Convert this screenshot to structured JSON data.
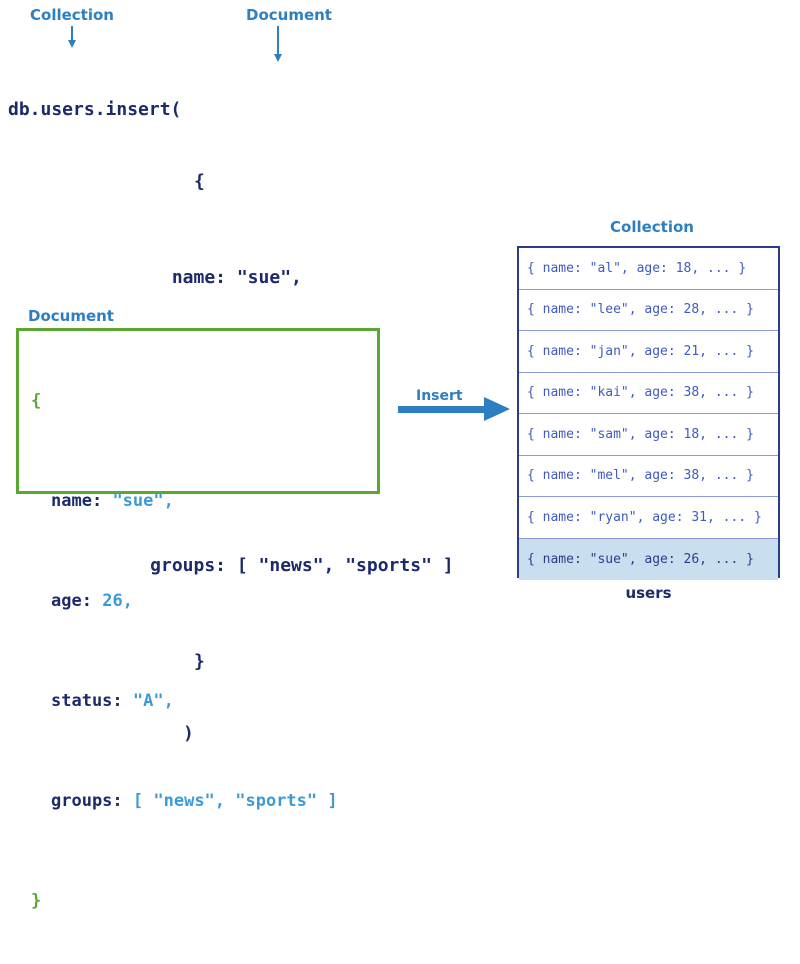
{
  "callouts": {
    "collection_top": "Collection",
    "document_top": "Document",
    "document_box": "Document",
    "collection_list": "Collection"
  },
  "insert_statement": {
    "line_call": "db.users.insert(",
    "line_open_brace": "{",
    "fields": [
      {
        "key": "name:",
        "value": "\"sue\","
      },
      {
        "key": "age:",
        "value": "26,"
      },
      {
        "key": "status:",
        "value": "\"A\","
      },
      {
        "key": "groups:",
        "value": "[ \"news\", \"sports\" ]"
      }
    ],
    "line_close_brace": "}",
    "line_close_paren": ")"
  },
  "document_box": {
    "open_brace": "{",
    "close_brace": "}",
    "fields": [
      {
        "key": "name:",
        "value": "\"sue\","
      },
      {
        "key": "age:",
        "value": "26,"
      },
      {
        "key": "status:",
        "value": "\"A\","
      },
      {
        "key": "groups:",
        "value": "[ \"news\", \"sports\" ]"
      }
    ]
  },
  "insert_arrow": {
    "label": "Insert"
  },
  "collection": {
    "name_label": "users",
    "rows": [
      {
        "text": "{ name: \"al\",   age: 18, ... }",
        "highlighted": false
      },
      {
        "text": "{ name: \"lee\",  age: 28, ... }",
        "highlighted": false
      },
      {
        "text": "{ name: \"jan\",  age: 21, ... }",
        "highlighted": false
      },
      {
        "text": "{ name: \"kai\",  age: 38, ... }",
        "highlighted": false
      },
      {
        "text": "{ name: \"sam\",  age: 18, ... }",
        "highlighted": false
      },
      {
        "text": "{ name: \"mel\",  age: 38, ... }",
        "highlighted": false
      },
      {
        "text": "{ name: \"ryan\", age: 31, ... }",
        "highlighted": false
      },
      {
        "text": "{ name: \"sue\",  age: 26, ... }",
        "highlighted": true
      }
    ]
  },
  "colors": {
    "accent_blue": "#2e7fc1",
    "navy": "#1b2a6b",
    "value_blue": "#3c9bd6",
    "green": "#5aa832",
    "row_highlight": "#c9dff0",
    "row_border": "#8b9ad4",
    "box_border": "#2d3c8a"
  }
}
